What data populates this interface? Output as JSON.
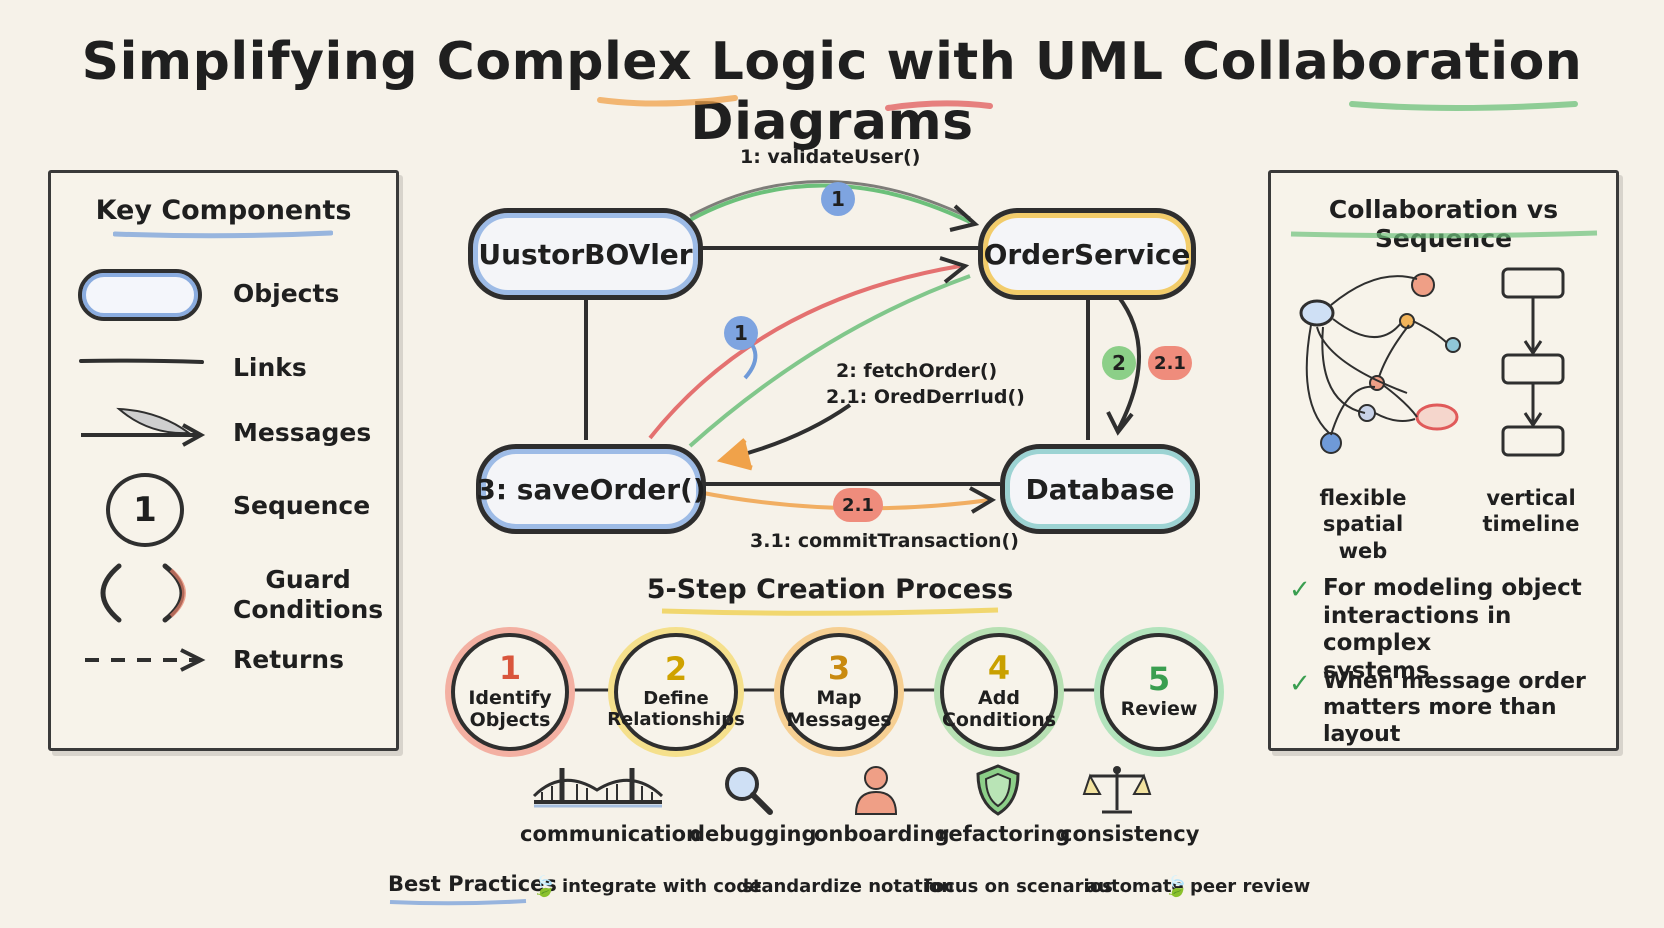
{
  "title": "Simplifying Complex Logic with UML Collaboration Diagrams",
  "key_components": {
    "heading": "Key Components",
    "items": [
      {
        "label": "Objects",
        "icon": "object-shape-icon"
      },
      {
        "label": "Links",
        "icon": "link-line-icon"
      },
      {
        "label": "Messages",
        "icon": "feather-arrow-icon"
      },
      {
        "label": "Sequence",
        "icon": "sequence-number-icon",
        "glyph": "1"
      },
      {
        "label": "Guard\nConditions",
        "icon": "guard-brackets-icon"
      },
      {
        "label": "Returns",
        "icon": "dashed-arrow-icon"
      }
    ]
  },
  "diagram": {
    "nodes": {
      "customer": "UustorBOVler",
      "order_service": "OrderService",
      "save_order": "3: saveOrder()",
      "database": "Database"
    },
    "messages": {
      "validate": "1: validateUser()",
      "fetch": "2: fetchOrder()",
      "fetch_sub": "2.1: OredDerrIud()",
      "commit": "3.1: commitTransaction()"
    },
    "badges": {
      "top": "1",
      "mid": "1",
      "right_green": "2",
      "right_red": "2.1",
      "bottom": "2.1"
    }
  },
  "process": {
    "heading": "5-Step Creation Process",
    "steps": [
      {
        "num": "1",
        "label": "Identify\nObjects",
        "color": "#e8806a"
      },
      {
        "num": "2",
        "label": "Define\nRelationships",
        "color": "#f0d24a"
      },
      {
        "num": "3",
        "label": "Map\nMessages",
        "color": "#f2b45a"
      },
      {
        "num": "4",
        "label": "Add\nConditions",
        "color": "#8ccf88"
      },
      {
        "num": "5",
        "label": "Review",
        "color": "#7fcf8c"
      }
    ]
  },
  "benefits": [
    {
      "label": "communication",
      "icon": "bridge-icon"
    },
    {
      "label": "debugging",
      "icon": "magnifier-icon"
    },
    {
      "label": "onboarding",
      "icon": "person-icon"
    },
    {
      "label": "refactoring",
      "icon": "shield-icon"
    },
    {
      "label": "consistency",
      "icon": "scales-icon"
    }
  ],
  "best_practices": {
    "heading": "Best Practices",
    "items": [
      "integrate with code",
      "standardize notation",
      "focus on scenarios",
      "automate",
      "peer review"
    ]
  },
  "comparison": {
    "heading": "Collaboration vs Sequence",
    "left_caption": "flexible\nspatial web",
    "right_caption": "vertical\ntimeline",
    "checks": [
      "For modeling object\ninteractions in complex\nsystems",
      "When message order\nmatters more than layout"
    ]
  },
  "colors": {
    "blue": "#6f9ad8",
    "orange": "#f0a24a",
    "red": "#e05a5a",
    "green": "#6cc07a",
    "yellow": "#f0cc3a"
  }
}
